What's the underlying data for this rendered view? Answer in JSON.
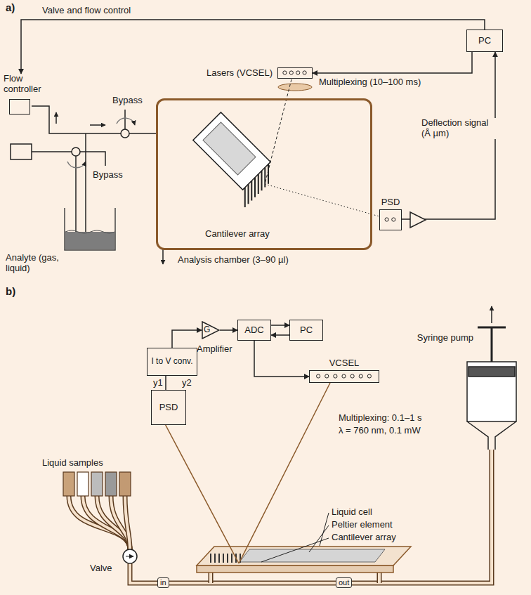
{
  "diagram": {
    "nodes": [
      {
        "text": [
          "PC"
        ]
      },
      {
        "text": [
          "Lasers (VCSEL)"
        ]
      },
      {
        "text": [
          "PSD"
        ]
      },
      {
        "text": [
          "Flow controller"
        ]
      },
      {
        "text": [
          "Analysis chamber (3–90 µl)"
        ]
      },
      {
        "text": [
          "I to V conv."
        ]
      },
      {
        "text": [
          "G"
        ]
      },
      {
        "text": [
          "ADC"
        ]
      },
      {
        "text": [
          "PC"
        ]
      },
      {
        "text": [
          "VCSEL"
        ]
      },
      {
        "text": [
          "PSD"
        ]
      }
    ],
    "edges": [
      {
        "from": 0,
        "to": 1,
        "arrow": "to",
        "label": "Multiplexing (10–100 ms)"
      },
      {
        "from": 2,
        "to": 0,
        "arrow": "to",
        "label": "Deflection signal (Å µm)"
      },
      {
        "from": 0,
        "to": 3,
        "arrow": "to",
        "label": "Valve and flow control"
      },
      {
        "from": 10,
        "to": 5,
        "arrow": "none"
      },
      {
        "from": 5,
        "to": 6,
        "arrow": "to"
      },
      {
        "from": 6,
        "to": 7,
        "arrow": "to"
      },
      {
        "from": 7,
        "to": 8,
        "arrow": "to"
      },
      {
        "from": 8,
        "to": 7,
        "arrow": "to"
      },
      {
        "from": 7,
        "to": 9,
        "arrow": "to"
      }
    ],
    "labels": [
      "a)",
      "Bypass",
      "Bypass",
      "Cantilever array",
      "Analyte (gas, liquid)",
      "b)",
      "Amplifier",
      "y1",
      "y2",
      "Multiplexing: 0.1–1 s",
      "λ = 760 nm, 0.1 mW",
      "Liquid samples",
      "Valve",
      "Syringe pump",
      "Liquid cell",
      "Peltier element",
      "Cantilever array",
      "in",
      "out"
    ]
  }
}
